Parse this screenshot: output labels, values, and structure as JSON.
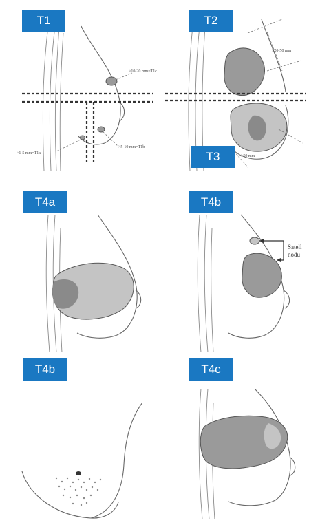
{
  "panels": [
    {
      "id": "t1",
      "label": "T1",
      "annotations": [
        ">10-20 mm=T1c",
        ">5-10 mm=T1b",
        ">1-5 mm=T1a"
      ]
    },
    {
      "id": "t2",
      "label": "T2",
      "annotations": [
        ">20-50 mm"
      ]
    },
    {
      "id": "t3",
      "label": "T3",
      "annotations": [
        ">50 mm"
      ]
    },
    {
      "id": "t4a",
      "label": "T4a",
      "annotations": []
    },
    {
      "id": "t4b",
      "label": "T4b",
      "annotations": [
        "Satell",
        "nodu"
      ]
    },
    {
      "id": "t4b2",
      "label": "T4b",
      "annotations": []
    },
    {
      "id": "t4c",
      "label": "T4c",
      "annotations": []
    }
  ],
  "colors": {
    "tag_background": "#1a78c2",
    "tag_text": "#ffffff"
  }
}
